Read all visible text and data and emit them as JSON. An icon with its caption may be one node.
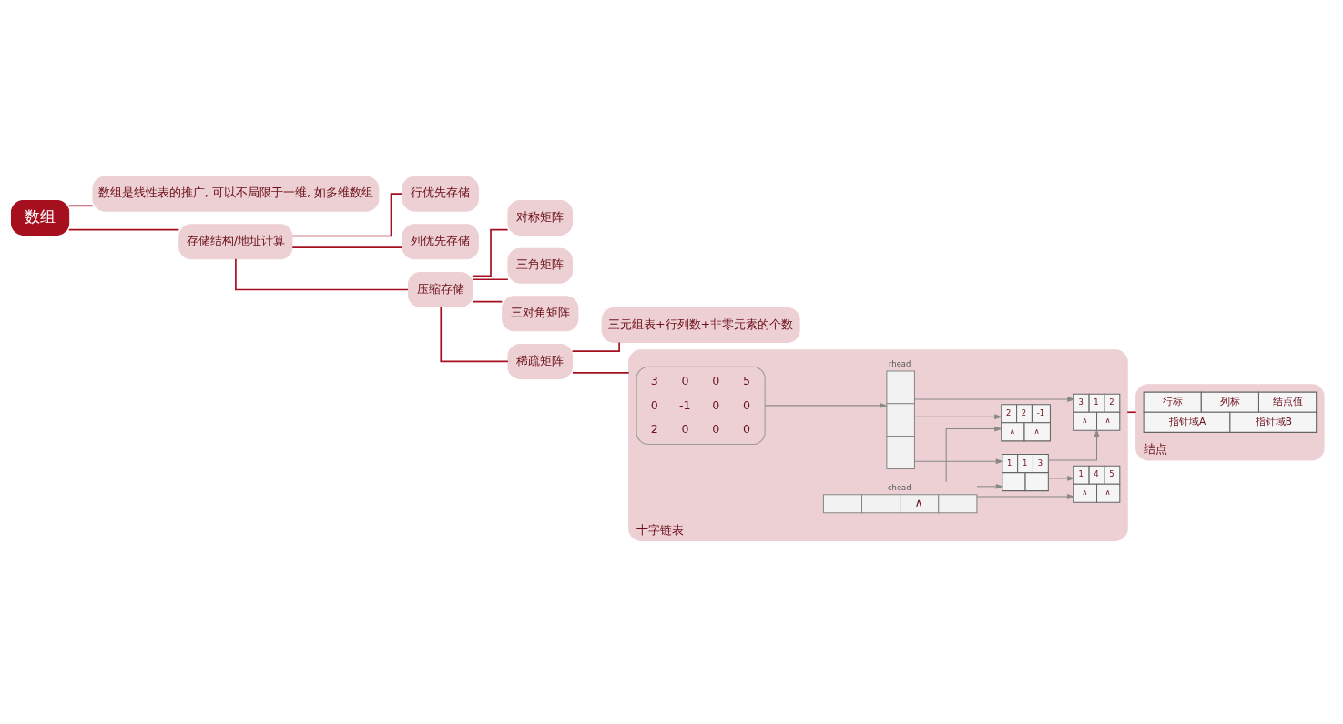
{
  "diagram": {
    "nodes": [
      {
        "text": [
          "数组"
        ]
      },
      {
        "text": [
          "数组是线性表的推广, 可以不局限于一维, 如多维数组"
        ]
      },
      {
        "text": [
          "存储结构/地址计算"
        ]
      },
      {
        "text": [
          "行优先存储"
        ]
      },
      {
        "text": [
          "列优先存储"
        ]
      },
      {
        "text": [
          "压缩存储"
        ]
      },
      {
        "text": [
          "对称矩阵"
        ]
      },
      {
        "text": [
          "三角矩阵"
        ]
      },
      {
        "text": [
          "三对角矩阵"
        ]
      },
      {
        "text": [
          "稀疏矩阵"
        ]
      },
      {
        "text": [
          "三元组表+行列数+非零元素的个数"
        ]
      },
      {
        "text": [
          "十字链表"
        ]
      },
      {
        "text": [
          "3",
          "0",
          "0",
          "5",
          "0",
          "-1",
          "0",
          "0",
          "2",
          "0",
          "0",
          "0"
        ],
        "in": 11
      },
      {
        "text": [],
        "shape": "box",
        "beside": [
          "rhead"
        ],
        "in": 11
      },
      {
        "text": [
          "∧"
        ],
        "beside": [
          "chead"
        ],
        "in": 11
      },
      {
        "text": [
          "1",
          "1",
          "3"
        ],
        "in": 11
      },
      {
        "text": [
          "1",
          "4",
          "5",
          "∧",
          "∧"
        ],
        "in": 11
      },
      {
        "text": [
          "2",
          "2",
          "-1",
          "∧",
          "∧"
        ],
        "in": 11
      },
      {
        "text": [
          "3",
          "1",
          "2",
          "∧",
          "∧"
        ],
        "in": 11
      },
      {
        "text": [
          "结点"
        ]
      },
      {
        "text": [
          "行标",
          "列标",
          "结点值",
          "指针域A",
          "指针域B"
        ],
        "in": 19
      }
    ],
    "edges": [
      {
        "from": 0,
        "to": 1,
        "arrow": "none"
      },
      {
        "from": 0,
        "to": 2,
        "arrow": "none"
      },
      {
        "from": 2,
        "to": 3,
        "arrow": "none"
      },
      {
        "from": 2,
        "to": 4,
        "arrow": "none"
      },
      {
        "from": 2,
        "to": 5,
        "arrow": "none"
      },
      {
        "from": 5,
        "to": 6,
        "arrow": "none"
      },
      {
        "from": 5,
        "to": 7,
        "arrow": "none"
      },
      {
        "from": 5,
        "to": 8,
        "arrow": "none"
      },
      {
        "from": 5,
        "to": 9,
        "arrow": "none"
      },
      {
        "from": 9,
        "to": 10,
        "arrow": "none"
      },
      {
        "from": 9,
        "to": 11,
        "arrow": "none"
      },
      {
        "from": 11,
        "to": 19,
        "arrow": "none"
      },
      {
        "from": 12,
        "to": 13,
        "arrow": "to",
        "color": "#888888"
      },
      {
        "from": 13,
        "to": 15,
        "arrow": "to",
        "color": "#888888"
      },
      {
        "from": 13,
        "to": 17,
        "arrow": "to",
        "color": "#888888"
      },
      {
        "from": 13,
        "to": 18,
        "arrow": "to",
        "color": "#888888"
      },
      {
        "from": 14,
        "to": 15,
        "arrow": "to",
        "color": "#888888"
      },
      {
        "from": 14,
        "to": 17,
        "arrow": "to",
        "color": "#888888"
      },
      {
        "from": 14,
        "to": 16,
        "arrow": "to",
        "color": "#888888"
      },
      {
        "from": 15,
        "to": 16,
        "arrow": "to",
        "color": "#888888"
      },
      {
        "from": 15,
        "to": 18,
        "arrow": "to",
        "color": "#888888"
      }
    ]
  }
}
